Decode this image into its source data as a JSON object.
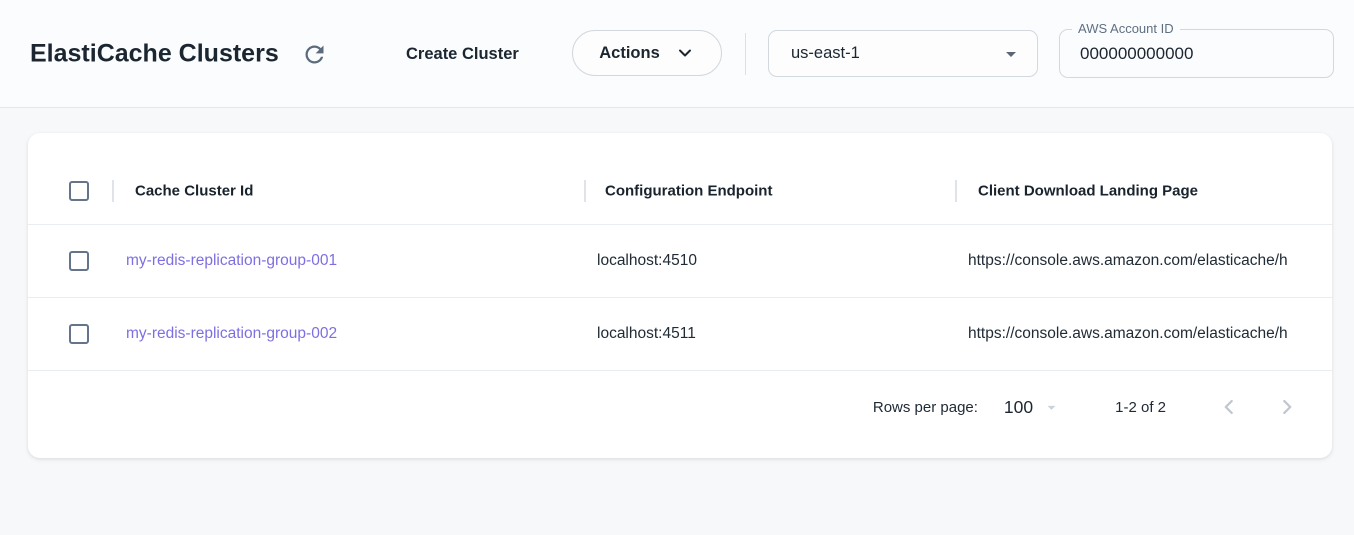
{
  "header": {
    "title": "ElastiCache Clusters",
    "create_cluster_button": "Create Cluster",
    "actions_button": "Actions",
    "region_select_value": "us-east-1",
    "account_field": {
      "label": "AWS Account ID",
      "value": "000000000000"
    }
  },
  "table": {
    "columns": [
      "Cache Cluster Id",
      "Configuration Endpoint",
      "Client Download Landing Page"
    ],
    "rows": [
      {
        "cache_cluster_id": "my-redis-replication-group-001",
        "configuration_endpoint": "localhost:4510",
        "client_download_landing_page": "https://console.aws.amazon.com/elasticache/h"
      },
      {
        "cache_cluster_id": "my-redis-replication-group-002",
        "configuration_endpoint": "localhost:4511",
        "client_download_landing_page": "https://console.aws.amazon.com/elasticache/h"
      }
    ],
    "pagination": {
      "rows_per_page_label": "Rows per page:",
      "rows_per_page_value": "100",
      "range_label": "1-2 of 2"
    }
  },
  "icons": {
    "refresh-icon": "circular clockwise arrow ⟳",
    "chevron-down-icon": "∨",
    "caret-down-icon": "▾",
    "chevron-left-icon": "‹",
    "chevron-right-icon": "›",
    "checkbox-unchecked": "☐"
  },
  "colors": {
    "link_purple": "#7d6fe2",
    "text_dark": "#1b2631",
    "icon_slate": "#5b6b7b",
    "checkbox_border": "#64748b",
    "border_gray": "#d2d8dd",
    "disabled_chevron": "#c0c7ce",
    "card_bg": "#ffffff",
    "page_bg": "#f6f8fa",
    "topbar_bg": "#fbfcfe"
  }
}
